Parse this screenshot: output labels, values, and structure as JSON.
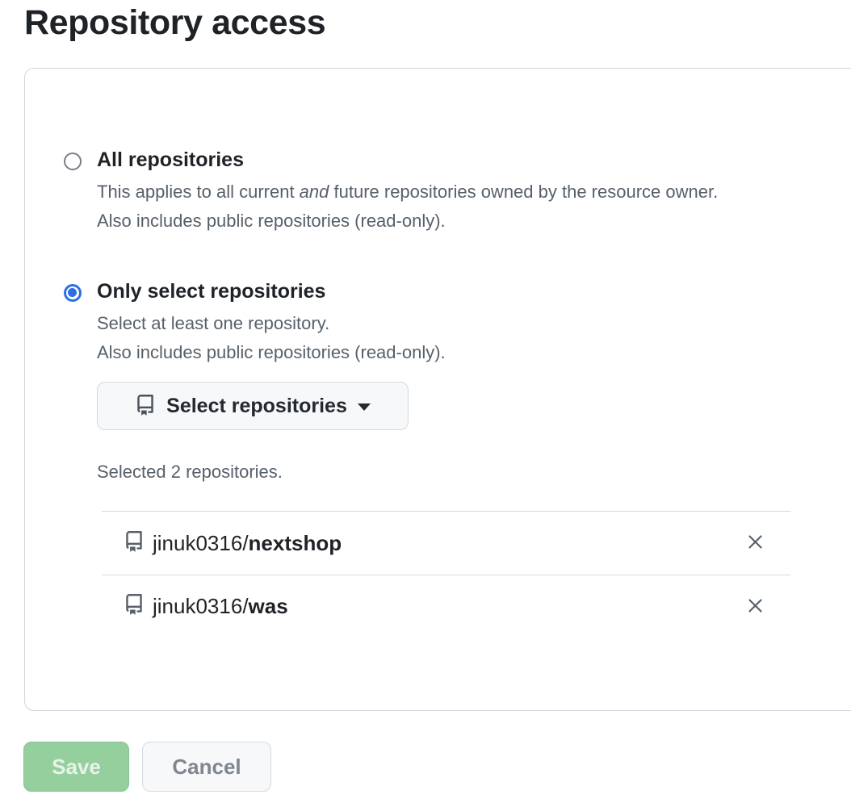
{
  "heading": "Repository access",
  "options": {
    "all": {
      "label": "All repositories",
      "selected": false,
      "desc_part1": "This applies to all current ",
      "desc_italic": "and",
      "desc_part2": " future repositories owned by the resource owner.",
      "desc_line2": "Also includes public repositories (read-only)."
    },
    "only_select": {
      "label": "Only select repositories",
      "selected": true,
      "desc_line1": "Select at least one repository.",
      "desc_line2": "Also includes public repositories (read-only)."
    }
  },
  "select_button": {
    "label": "Select repositories",
    "icon": "repo-icon",
    "caret_icon": "triangle-down-icon"
  },
  "summary": "Selected 2 repositories.",
  "repositories": [
    {
      "owner": "jinuk0316/",
      "name": "nextshop",
      "icon": "repo-icon",
      "remove_icon": "x-icon"
    },
    {
      "owner": "jinuk0316/",
      "name": "was",
      "icon": "repo-icon",
      "remove_icon": "x-icon"
    }
  ],
  "buttons": {
    "save": "Save",
    "cancel": "Cancel"
  },
  "colors": {
    "accent_blue": "#2f6fe5",
    "text_dark": "#1f2328",
    "text_muted": "#57606a",
    "card_border": "#d0d7de",
    "save_bg": "#95cf9e",
    "btn_bg": "#f6f8fa"
  }
}
